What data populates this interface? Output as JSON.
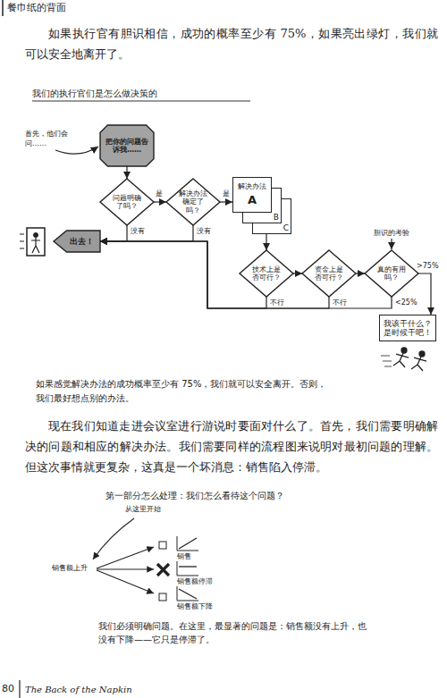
{
  "diagram": {
    "title": "我们的执行官们是怎么做决策的",
    "caption": "如果感觉解决办法的成功概率至少有 75%，我们就可以安全离开。否则，我们最好想点别的办法。",
    "nodes": [
      {
        "text": [
          "把你的问题告诉我……"
        ]
      },
      {
        "text": [
          "问题明确了吗？"
        ]
      },
      {
        "text": [
          "解决办法确定了吗？"
        ]
      },
      {
        "text": [
          "解决办法",
          "A"
        ]
      },
      {
        "text": [
          "B"
        ]
      },
      {
        "text": [
          "C"
        ]
      },
      {
        "text": [
          "出去！"
        ]
      },
      {
        "text": [
          "技术上是否可行？"
        ]
      },
      {
        "text": [
          "资金上是否可行？"
        ]
      },
      {
        "text": [
          "真的有用吗？"
        ]
      },
      {
        "text": [
          "我该干什么？是时候干吧！"
        ]
      }
    ],
    "edges": [
      {
        "from": 0,
        "to": 1,
        "arrow": "to"
      },
      {
        "from": 1,
        "to": 2,
        "label": "是",
        "arrow": "to"
      },
      {
        "from": 2,
        "to": 3,
        "label": "是",
        "arrow": "to"
      },
      {
        "from": 1,
        "to": 6,
        "label": "没有",
        "arrow": "to"
      },
      {
        "from": 2,
        "to": 6,
        "label": "没有",
        "arrow": "to"
      },
      {
        "from": 5,
        "to": 7,
        "arrow": "to"
      },
      {
        "from": 7,
        "to": 8,
        "arrow": "to"
      },
      {
        "from": 8,
        "to": 9,
        "arrow": "to"
      },
      {
        "from": 7,
        "to": 6,
        "label": "不行",
        "arrow": "to"
      },
      {
        "from": 8,
        "to": 6,
        "label": "不行",
        "arrow": "to"
      },
      {
        "from": 9,
        "to": 10,
        "label": ">75%",
        "arrow": "to"
      },
      {
        "from": 9,
        "to": 6,
        "label": "<25%",
        "arrow": "to"
      }
    ],
    "labels": [
      "餐巾纸的背面",
      "如果执行官有胆识相信，成功的概率至少有 75%，如果亮出绿灯，我们就可以安全地离开了。",
      "首先，他们会问……",
      "胆识的考验",
      "现在我们知道走进会议室进行游说时要面对什么了。首先，我们需要明确解决的问题和相应的解决办法。我们需要同样的流程图来说明对最初问题的理解。但这次事情就更复杂，这真是一个坏消息：销售陷入停滞。",
      "第一部分怎么处理：我们怎么看待这个问题？",
      "从这里开始",
      "销售额上升",
      "销售",
      "销售额停滞",
      "销售额下降",
      "我们必须明确问题。在这里，最显著的问题是：销售额没有上升，也没有下降——它只是停滞了。",
      "80",
      "The Back of the Napkin"
    ]
  }
}
